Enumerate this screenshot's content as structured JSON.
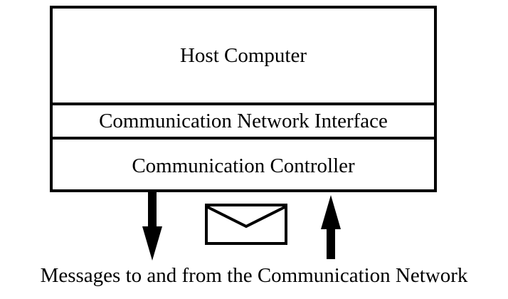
{
  "diagram": {
    "host_computer": "Host Computer",
    "network_interface": "Communication Network Interface",
    "controller": "Communication Controller",
    "caption": "Messages to and from the Communication Network"
  },
  "icons": {
    "outgoing": "arrow-down-icon",
    "message": "envelope-icon",
    "incoming": "arrow-up-icon"
  }
}
